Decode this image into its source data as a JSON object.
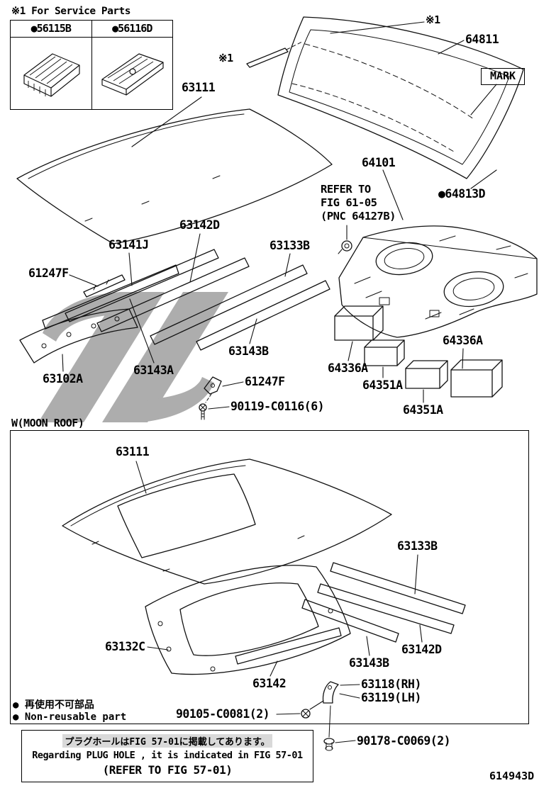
{
  "doc": {
    "number": "614943D"
  },
  "top": {
    "service_note": "※1 For Service Parts",
    "service_parts": [
      {
        "label": "●56115B"
      },
      {
        "label": "●56116D"
      }
    ]
  },
  "main": {
    "l63111": "63111",
    "l64811": "64811",
    "ref_top": "※1",
    "ref_left": "※1",
    "mark": "MARK",
    "l64101": "64101",
    "refer1": "REFER TO",
    "refer2": "FIG 61-05",
    "refer3": "(PNC 64127B)",
    "l64813d": "●64813D",
    "l63142d": "63142D",
    "l63141j": "63141J",
    "l63133b": "63133B",
    "l61247f_a": "61247F",
    "l63143b": "63143B",
    "l63143a": "63143A",
    "l63102a": "63102A",
    "l61247f_b": "61247F",
    "l90119": "90119-C0116(6)",
    "l64336a_1": "64336A",
    "l64336a_2": "64336A",
    "l64351a_1": "64351A",
    "l64351a_2": "64351A"
  },
  "moonroof": {
    "title": "W(MOON ROOF)",
    "l63111": "63111",
    "l63133b": "63133B",
    "l63132c": "63132C",
    "l63142d": "63142D",
    "l63143b": "63143B",
    "l63142": "63142",
    "l63118": "63118(RH)",
    "l63119": "63119(LH)",
    "l90105": "90105-C0081(2)",
    "l90178": "90178-C0069(2)"
  },
  "legend": {
    "jp": "● 再使用不可部品",
    "en": "● Non-reusable part"
  },
  "note": {
    "line1": "プラグホールはFIG 57-01に掲載してあります。",
    "line2": "Regarding PLUG HOLE , it is indicated in FIG 57-01",
    "line3": "(REFER TO FIG 57-01)"
  }
}
